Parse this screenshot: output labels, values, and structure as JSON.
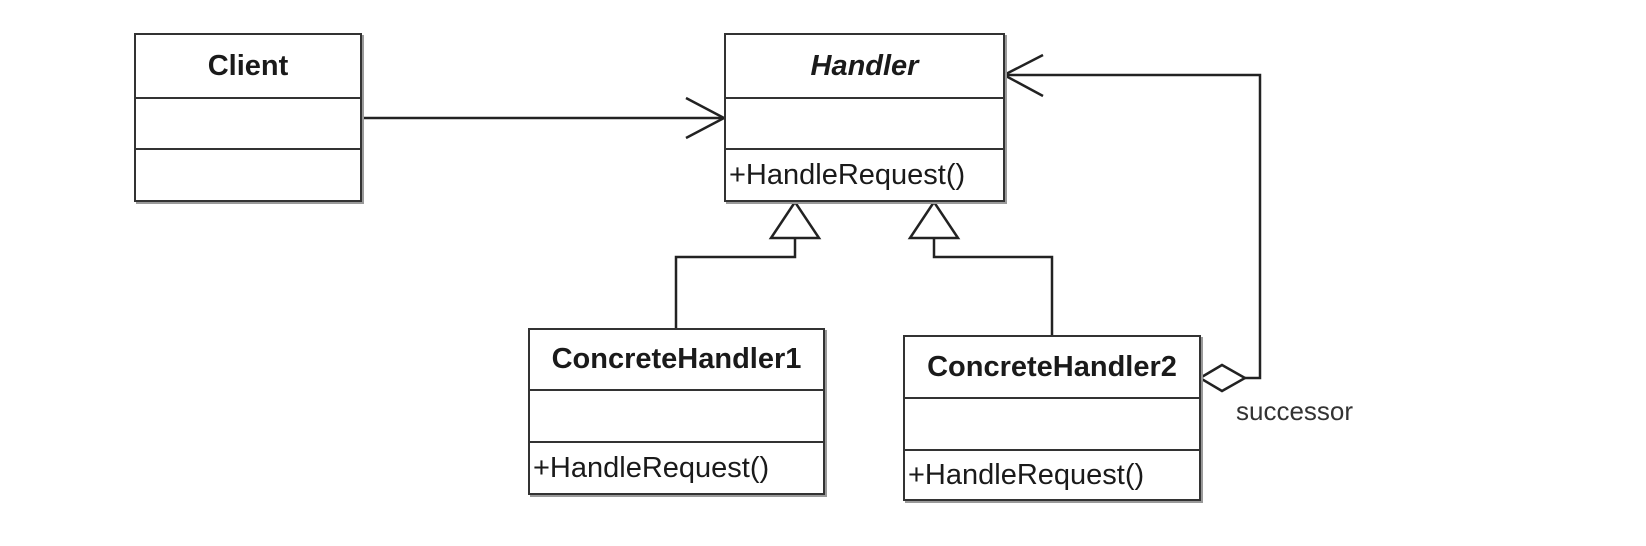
{
  "diagram": {
    "classes": {
      "client": {
        "name": "Client",
        "abstract": false,
        "attributes": [],
        "operations": []
      },
      "handler": {
        "name": "Handler",
        "abstract": true,
        "attributes": [],
        "operations": [
          "+HandleRequest()"
        ]
      },
      "concrete1": {
        "name": "ConcreteHandler1",
        "abstract": false,
        "attributes": [],
        "operations": [
          "+HandleRequest()"
        ]
      },
      "concrete2": {
        "name": "ConcreteHandler2",
        "abstract": false,
        "attributes": [],
        "operations": [
          "+HandleRequest()"
        ]
      }
    },
    "relations": [
      {
        "type": "association",
        "from": "Client",
        "to": "Handler",
        "navigable": true
      },
      {
        "type": "generalization",
        "from": "ConcreteHandler1",
        "to": "Handler"
      },
      {
        "type": "generalization",
        "from": "ConcreteHandler2",
        "to": "Handler"
      },
      {
        "type": "aggregation",
        "from": "ConcreteHandler2",
        "to": "Handler",
        "role": "successor"
      }
    ]
  }
}
